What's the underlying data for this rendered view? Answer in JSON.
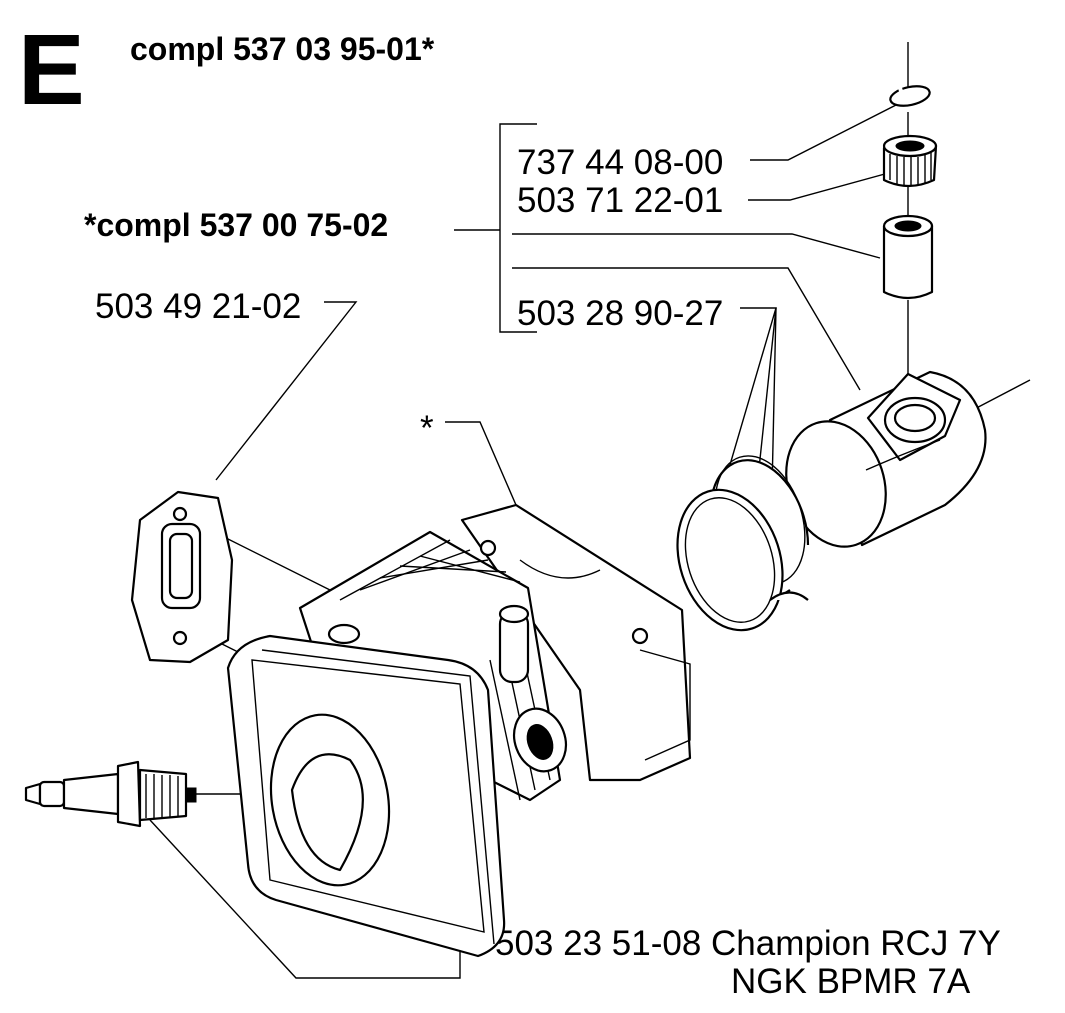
{
  "section_letter": "E",
  "assembly_label": "compl 537 03 95-01*",
  "sub_assembly_label": "*compl 537 00 75-02",
  "parts": {
    "circlip": "737 44 08-00",
    "needle_bearing": "503 71 22-01",
    "piston_rings": "503 28 90-27",
    "gasket": "503 49 21-02",
    "cylinder_marker": "*",
    "spark_plug_number": "503 23 51-08 Champion RCJ 7Y",
    "spark_plug_alt": "NGK BPMR 7A"
  }
}
